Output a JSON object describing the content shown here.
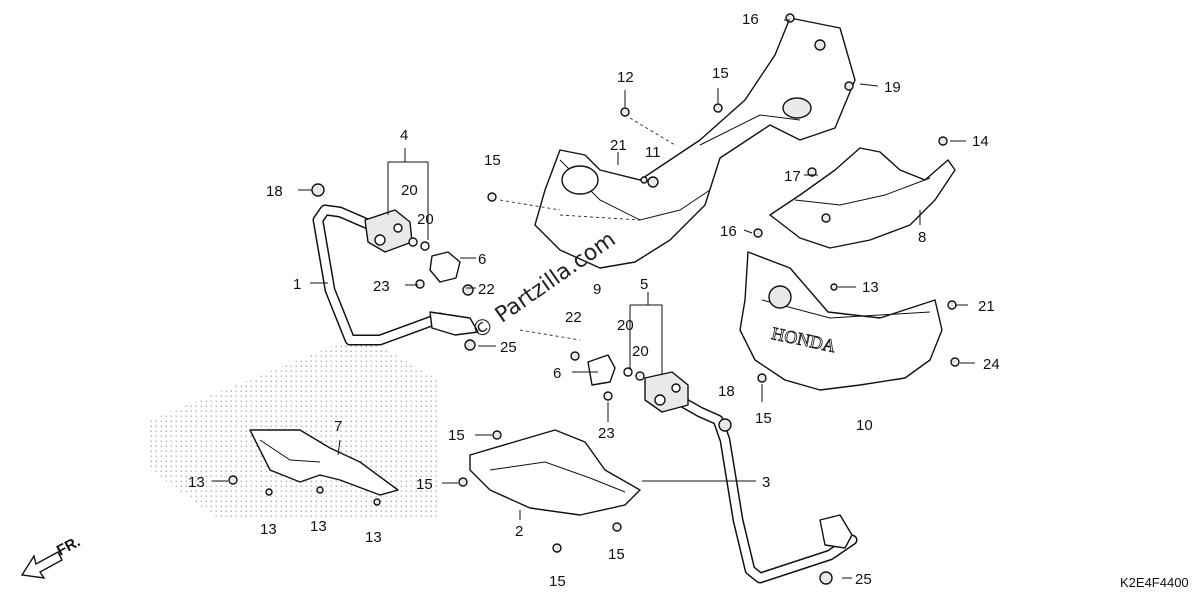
{
  "diagram_code": "K2E4F4400",
  "watermark": "© Partzilla.com",
  "brand_mark": "HONDA",
  "direction_label": "FR.",
  "callouts": [
    {
      "id": "c16a",
      "text": "16"
    },
    {
      "id": "c19",
      "text": "19"
    },
    {
      "id": "c12",
      "text": "12"
    },
    {
      "id": "c15a",
      "text": "15"
    },
    {
      "id": "c14",
      "text": "14"
    },
    {
      "id": "c4",
      "text": "4"
    },
    {
      "id": "c21a",
      "text": "21"
    },
    {
      "id": "c11",
      "text": "11"
    },
    {
      "id": "c15b",
      "text": "15"
    },
    {
      "id": "c20a",
      "text": "20"
    },
    {
      "id": "c17",
      "text": "17"
    },
    {
      "id": "c18a",
      "text": "18"
    },
    {
      "id": "c20b",
      "text": "20"
    },
    {
      "id": "c8",
      "text": "8"
    },
    {
      "id": "c16b",
      "text": "16"
    },
    {
      "id": "c6a",
      "text": "6"
    },
    {
      "id": "c1",
      "text": "1"
    },
    {
      "id": "c23a",
      "text": "23"
    },
    {
      "id": "c22a",
      "text": "22"
    },
    {
      "id": "c9",
      "text": "9"
    },
    {
      "id": "c5",
      "text": "5"
    },
    {
      "id": "c13a",
      "text": "13"
    },
    {
      "id": "c21b",
      "text": "21"
    },
    {
      "id": "c22b",
      "text": "22"
    },
    {
      "id": "c20c",
      "text": "20"
    },
    {
      "id": "c25a",
      "text": "25"
    },
    {
      "id": "c20d",
      "text": "20"
    },
    {
      "id": "c24",
      "text": "24"
    },
    {
      "id": "c6b",
      "text": "6"
    },
    {
      "id": "c18b",
      "text": "18"
    },
    {
      "id": "c15c",
      "text": "15"
    },
    {
      "id": "c7",
      "text": "7"
    },
    {
      "id": "c23b",
      "text": "23"
    },
    {
      "id": "c10",
      "text": "10"
    },
    {
      "id": "c15d",
      "text": "15"
    },
    {
      "id": "c13b",
      "text": "13"
    },
    {
      "id": "c15e",
      "text": "15"
    },
    {
      "id": "c3",
      "text": "3"
    },
    {
      "id": "c13c",
      "text": "13"
    },
    {
      "id": "c13d",
      "text": "13"
    },
    {
      "id": "c13e",
      "text": "13"
    },
    {
      "id": "c2",
      "text": "2"
    },
    {
      "id": "c15f",
      "text": "15"
    },
    {
      "id": "c15g",
      "text": "15"
    },
    {
      "id": "c25b",
      "text": "25"
    }
  ]
}
